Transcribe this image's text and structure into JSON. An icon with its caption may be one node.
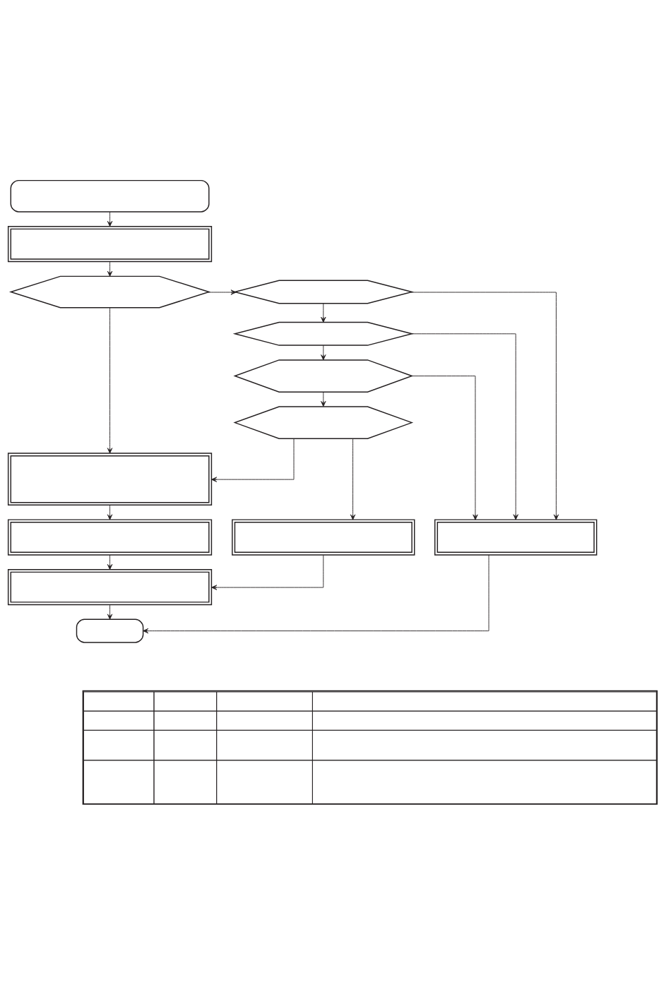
{
  "diagram": {
    "nodes": [
      {
        "text": [],
        "shape": "box"
      },
      {
        "text": [],
        "shape": "box"
      },
      {
        "text": [],
        "shape": "hexagon"
      },
      {
        "text": [],
        "shape": "hexagon"
      },
      {
        "text": [],
        "shape": "hexagon"
      },
      {
        "text": [],
        "shape": "hexagon"
      },
      {
        "text": [],
        "shape": "hexagon"
      },
      {
        "text": [],
        "shape": "box"
      },
      {
        "text": [],
        "shape": "box"
      },
      {
        "text": [],
        "shape": "box"
      },
      {
        "text": [],
        "shape": "box"
      },
      {
        "text": [],
        "shape": "box"
      },
      {
        "text": [],
        "shape": "oval"
      },
      {
        "text": [],
        "shape": "table"
      }
    ],
    "edges": [
      {
        "from": 0,
        "to": 1,
        "arrow": "to"
      },
      {
        "from": 1,
        "to": 2,
        "arrow": "to"
      },
      {
        "from": 2,
        "to": 3,
        "arrow": "to"
      },
      {
        "from": 2,
        "to": 7,
        "arrow": "to"
      },
      {
        "from": 3,
        "to": 4,
        "arrow": "to"
      },
      {
        "from": 4,
        "to": 5,
        "arrow": "to"
      },
      {
        "from": 5,
        "to": 6,
        "arrow": "to"
      },
      {
        "from": 6,
        "to": 7,
        "arrow": "to"
      },
      {
        "from": 6,
        "to": 9,
        "arrow": "to"
      },
      {
        "from": 3,
        "to": 10,
        "arrow": "to"
      },
      {
        "from": 4,
        "to": 10,
        "arrow": "to"
      },
      {
        "from": 5,
        "to": 10,
        "arrow": "to"
      },
      {
        "from": 7,
        "to": 8,
        "arrow": "to"
      },
      {
        "from": 8,
        "to": 11,
        "arrow": "to"
      },
      {
        "from": 9,
        "to": 11,
        "arrow": "to"
      },
      {
        "from": 11,
        "to": 12,
        "arrow": "to"
      },
      {
        "from": 10,
        "to": 12,
        "arrow": "to"
      }
    ]
  }
}
